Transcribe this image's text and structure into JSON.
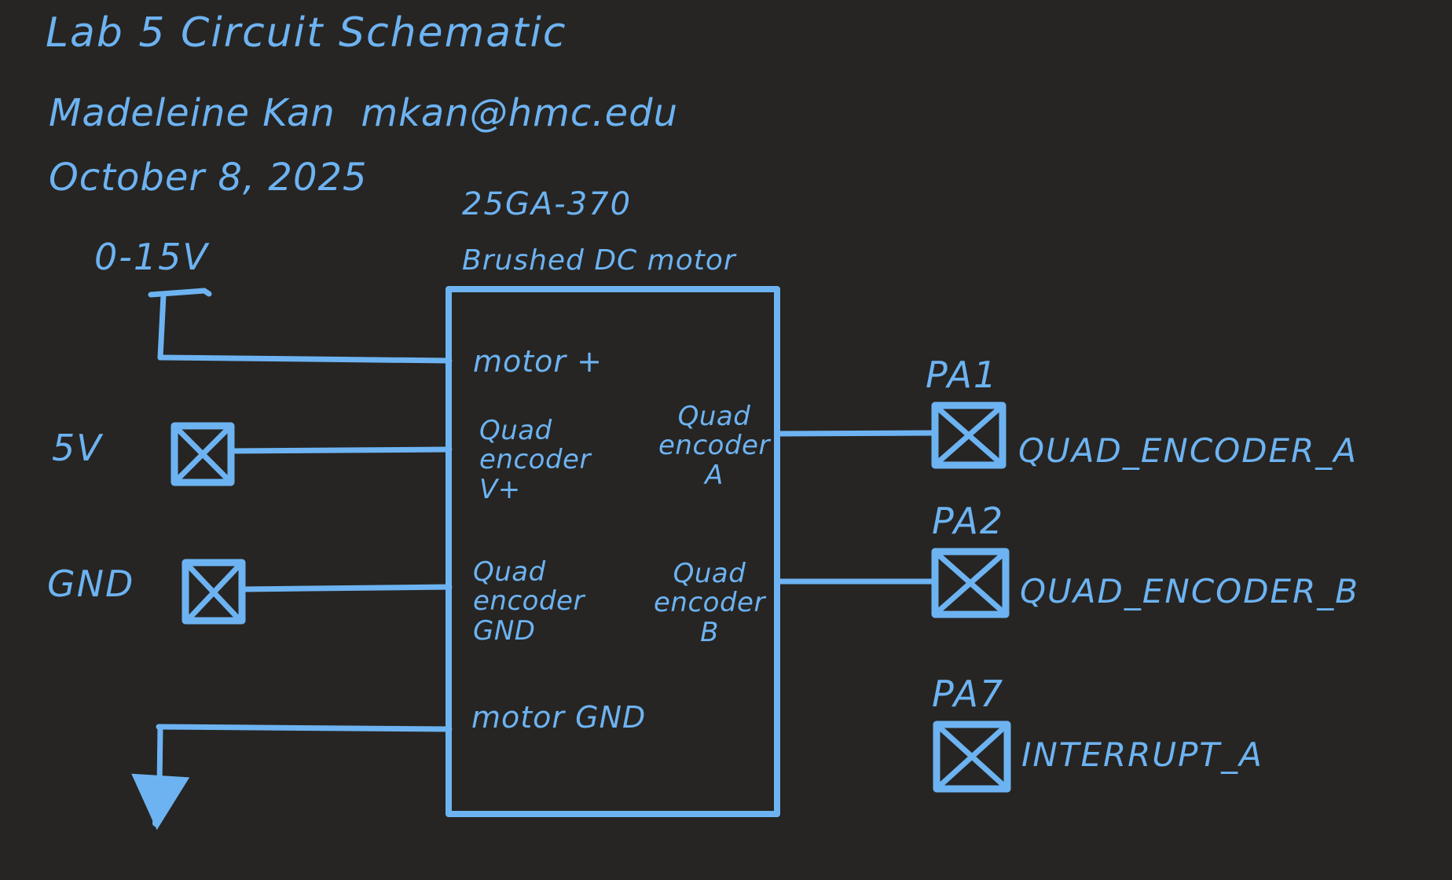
{
  "document": {
    "title": "Lab 5 Circuit Schematic",
    "author": "Madeleine Kan  mkan@hmc.edu",
    "date": "October 8, 2025",
    "ink_color": "#6DB3F2",
    "background_color": "#262523"
  },
  "component": {
    "part_number": "25GA-370",
    "description": "Brushed DC motor",
    "left_pins": [
      {
        "label": "motor +"
      },
      {
        "label": "Quad\nencoder\nV+"
      },
      {
        "label": "Quad\nencoder\nGND"
      },
      {
        "label": "motor GND"
      }
    ],
    "right_pins": [
      {
        "label": "Quad\nencoder\nA"
      },
      {
        "label": "Quad\nencoder\nB"
      }
    ]
  },
  "supplies": [
    {
      "name": "0-15V",
      "type": "variable-supply"
    },
    {
      "name": "5V",
      "type": "terminal"
    },
    {
      "name": "GND",
      "type": "terminal"
    }
  ],
  "mcu_ports": [
    {
      "port": "PA1",
      "signal": "QUAD_ENCODER_A"
    },
    {
      "port": "PA2",
      "signal": "QUAD_ENCODER_B"
    },
    {
      "port": "PA7",
      "signal": "INTERRUPT_A"
    }
  ],
  "ground_symbol": {
    "name": "earth-ground-arrow"
  }
}
